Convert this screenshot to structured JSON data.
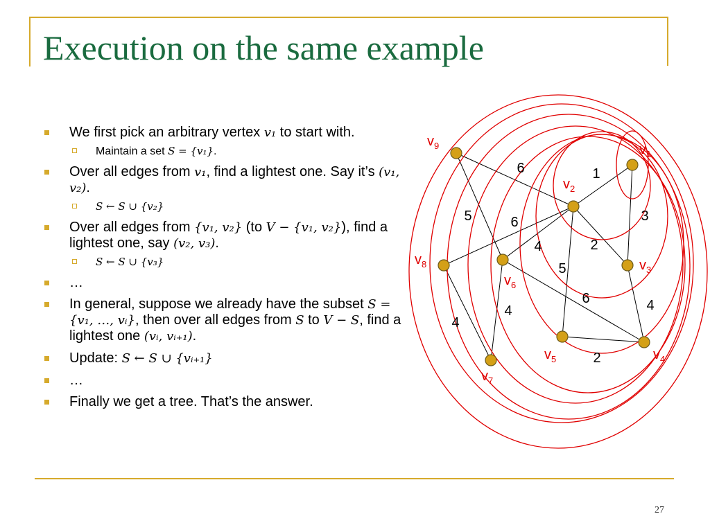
{
  "slide": {
    "title": "Execution on the same example",
    "page_number": "27",
    "accent_color": "#d6aa2c",
    "title_color": "#1a6b3f"
  },
  "bullets": [
    {
      "level": 1,
      "parts": [
        {
          "t": "We first pick an arbitrary vertex "
        },
        {
          "m": "v₁"
        },
        {
          "t": " to start with."
        }
      ]
    },
    {
      "level": 2,
      "parts": [
        {
          "t": "Maintain a set "
        },
        {
          "m": "S = {v₁}"
        },
        {
          "t": "."
        }
      ]
    },
    {
      "level": 1,
      "parts": [
        {
          "t": "Over all edges from "
        },
        {
          "m": "v₁"
        },
        {
          "t": ", find a lightest one. Say it’s "
        },
        {
          "m": "(v₁, v₂)"
        },
        {
          "t": "."
        }
      ]
    },
    {
      "level": 2,
      "parts": [
        {
          "m": "S ← S ∪ {v₂}"
        }
      ]
    },
    {
      "level": 1,
      "parts": [
        {
          "t": "Over all edges from "
        },
        {
          "m": "{v₁, v₂}"
        },
        {
          "t": " (to "
        },
        {
          "m": "V − {v₁, v₂}"
        },
        {
          "t": "), find a lightest one, say "
        },
        {
          "m": "(v₂, v₃)"
        },
        {
          "t": "."
        }
      ]
    },
    {
      "level": 2,
      "parts": [
        {
          "m": "S ← S ∪ {v₃}"
        }
      ]
    },
    {
      "level": 1,
      "parts": [
        {
          "t": "…"
        }
      ]
    },
    {
      "level": 1,
      "parts": [
        {
          "t": "In general, suppose we already have the subset "
        },
        {
          "m": "S = {v₁, …, vᵢ}"
        },
        {
          "t": ", then over all edges from "
        },
        {
          "m": "S"
        },
        {
          "t": " to "
        },
        {
          "m": "V − S"
        },
        {
          "t": ", find a lightest one "
        },
        {
          "m": "(vᵢ, vᵢ₊₁)"
        },
        {
          "t": "."
        }
      ]
    },
    {
      "level": 1,
      "parts": [
        {
          "t": "Update: "
        },
        {
          "m": "S ← S ∪ {vᵢ₊₁}"
        }
      ]
    },
    {
      "level": 1,
      "parts": [
        {
          "t": "…"
        }
      ]
    },
    {
      "level": 1,
      "parts": [
        {
          "t": "Finally we get a tree. That’s the answer."
        }
      ]
    }
  ],
  "graph": {
    "node_color": "#d4a017",
    "label_color": "#e00000",
    "circle_color": "#e00000",
    "nodes": [
      {
        "id": "v1",
        "letter": "v",
        "sub": "1"
      },
      {
        "id": "v2",
        "letter": "v",
        "sub": "2"
      },
      {
        "id": "v3",
        "letter": "v",
        "sub": "3"
      },
      {
        "id": "v4",
        "letter": "v",
        "sub": "4"
      },
      {
        "id": "v5",
        "letter": "v",
        "sub": "5"
      },
      {
        "id": "v6",
        "letter": "v",
        "sub": "6"
      },
      {
        "id": "v7",
        "letter": "v",
        "sub": "7"
      },
      {
        "id": "v8",
        "letter": "v",
        "sub": "8"
      },
      {
        "id": "v9",
        "letter": "v",
        "sub": "9"
      }
    ],
    "edges": [
      {
        "from": "v1",
        "to": "v2",
        "weight": "1"
      },
      {
        "from": "v1",
        "to": "v3",
        "weight": "3"
      },
      {
        "from": "v2",
        "to": "v3",
        "weight": "2"
      },
      {
        "from": "v2",
        "to": "v9",
        "weight": "6"
      },
      {
        "from": "v2",
        "to": "v6",
        "weight": "4"
      },
      {
        "from": "v2",
        "to": "v8",
        "weight": "6"
      },
      {
        "from": "v2",
        "to": "v5",
        "weight": "5"
      },
      {
        "from": "v9",
        "to": "v6",
        "weight": "5"
      },
      {
        "from": "v6",
        "to": "v4",
        "weight": "6"
      },
      {
        "from": "v6",
        "to": "v7",
        "weight": "4"
      },
      {
        "from": "v3",
        "to": "v4",
        "weight": "4"
      },
      {
        "from": "v5",
        "to": "v4",
        "weight": "2"
      },
      {
        "from": "v8",
        "to": "v7",
        "weight": "4"
      }
    ]
  }
}
